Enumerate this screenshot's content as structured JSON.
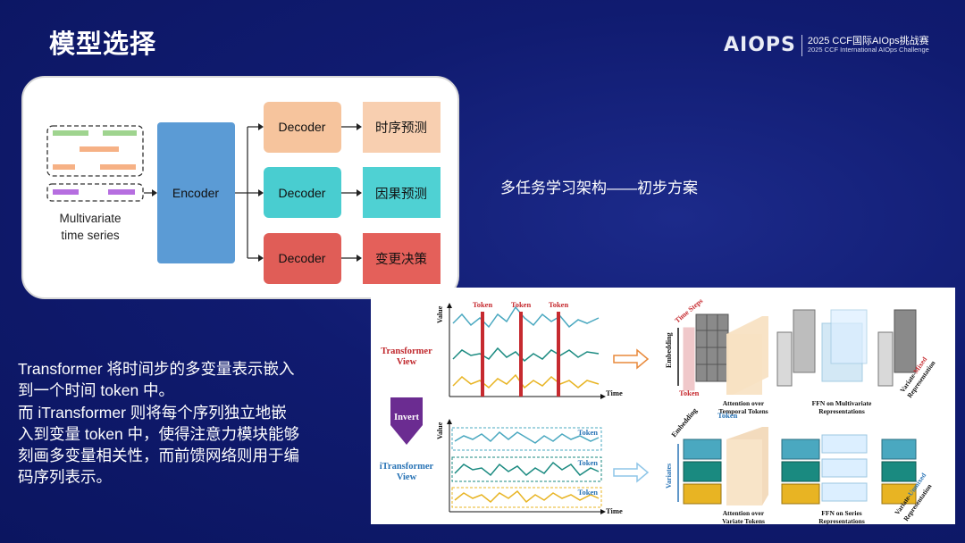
{
  "slide": {
    "title": "模型选择",
    "logo": {
      "word": "AIOPS",
      "line1": "2025 CCF国际AIOps挑战赛",
      "line2": "2025 CCF International AIOps Challenge"
    },
    "architecture_label": "多任务学习架构——初步方案",
    "description": [
      "Transformer 将时间步的多变量表示嵌入",
      "到一个时间 token 中。",
      "而 iTransformer 则将每个序列独立地嵌",
      "入到变量 token 中，使得注意力模块能够",
      "刻画多变量相关性，而前馈网络则用于编",
      "码序列表示。"
    ]
  },
  "diagram": {
    "input_label_1": "Multivariate",
    "input_label_2": "time series",
    "encoder": "Encoder",
    "decoders": [
      {
        "label": "Decoder",
        "task": "时序预测",
        "color": "#f6c49d",
        "task_color": "#f8cfb0"
      },
      {
        "label": "Decoder",
        "task": "因果预测",
        "color": "#49cdd0",
        "task_color": "#4fd1d3"
      },
      {
        "label": "Decoder",
        "task": "变更决策",
        "color": "#e05d57",
        "task_color": "#e4605a"
      }
    ]
  },
  "figure": {
    "transformer_view": [
      "Transformer",
      "View"
    ],
    "invert": "Invert",
    "itransformer_view": [
      "iTransformer",
      "View"
    ],
    "token": "Token",
    "value": "Value",
    "time": "Time",
    "embedding": "Embedding",
    "time_steps": "Time Steps",
    "variates": "Variates",
    "top_captions": [
      [
        "Attention over",
        "Temporal Tokens"
      ],
      [
        "FFN on Multivariate",
        "Representations"
      ]
    ],
    "bottom_captions": [
      [
        "Attention over",
        "Variate Tokens"
      ],
      [
        "FFN on Series",
        "Representations"
      ]
    ],
    "mixed": [
      "Variate-",
      "Mixed",
      "Representation"
    ],
    "unmixed": [
      "Variate-",
      "Unmixed",
      "Representation"
    ]
  }
}
